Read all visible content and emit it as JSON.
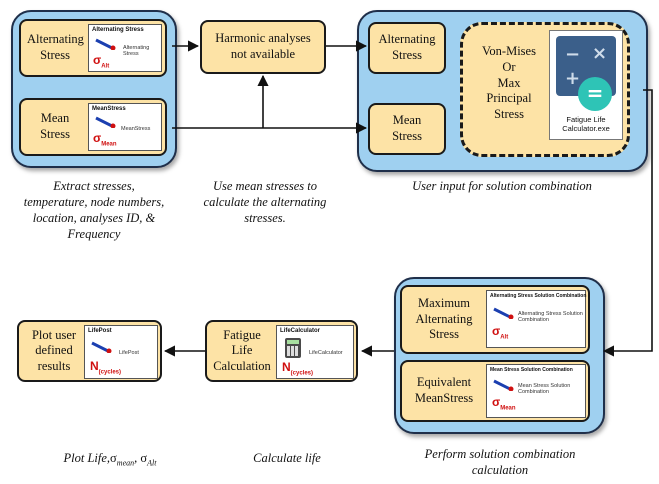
{
  "boxes": {
    "alternating_stress": "Alternating\nStress",
    "mean_stress": "Mean\nStress",
    "harmonic": "Harmonic analyses\nnot available",
    "alt_stress_input": "Alternating\nStress",
    "mean_stress_input": "Mean\nStress",
    "von_mises": "Von-Mises\nOr\nMax\nPrincipal\nStress",
    "max_alternating": "Maximum\nAlternating\nStress",
    "equivalent_mean": "Equivalent\nMeanStress",
    "fatigue_life": "Fatigue\nLife\nCalculation",
    "plot_user": "Plot user\ndefined\nresults"
  },
  "insets": {
    "alternating": {
      "title": "Alternating Stress",
      "text": "Alternating\nStress",
      "symbol": "σ",
      "sub": "Alt"
    },
    "mean": {
      "title": "MeanStress",
      "text": "MeanStress",
      "symbol": "σ",
      "sub": "Mean"
    },
    "calculator": {
      "text": "Fatigue Life\nCalculator.exe"
    },
    "alt_solution": {
      "title": "Alternating Stress Solution Combination",
      "text": "Alternating Stress Solution\nCombination",
      "symbol": "σ",
      "sub": "Alt"
    },
    "mean_solution": {
      "title": "Mean Stress Solution Combination",
      "text": "Mean Stress Solution\nCombination",
      "symbol": "σ",
      "sub": "Mean"
    },
    "life_calculator": {
      "title": "LifeCalculator",
      "text": "LifeCalculator",
      "symbol": "N",
      "sub": "(cycles)"
    },
    "life_post": {
      "title": "LifePost",
      "text": "LifePost",
      "symbol": "N",
      "sub": "(cycles)"
    }
  },
  "calc_icon": {
    "colors": [
      "#3b5f8a",
      "#2ec4b6"
    ]
  },
  "captions": {
    "extract": "Extract stresses,\ntemperature, node numbers,\nlocation, analyses ID, &\nFrequency",
    "use_mean": "Use mean stresses to\ncalculate the alternating\nstresses.",
    "user_input": "User input for solution combination",
    "perform": "Perform solution combination\ncalculation",
    "calculate": "Calculate life",
    "plot_life_prefix": "Plot Life,",
    "plot_life_sym1": "σ",
    "plot_life_sub1": "mean",
    "plot_life_sep": ", ",
    "plot_life_sym2": "σ",
    "plot_life_sub2": "Alt"
  }
}
